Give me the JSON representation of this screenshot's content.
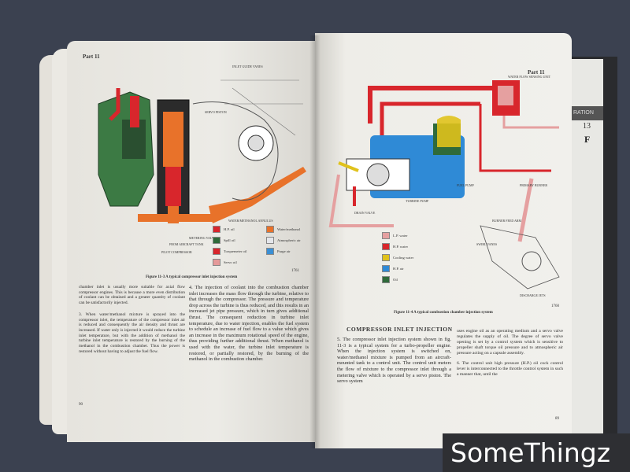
{
  "left_page": {
    "header": "Part 11",
    "figure_caption": "Figure 11-3   A typical compressor inlet injection system",
    "figure_code": "1761",
    "diagram_labels": [
      "INLET GUIDE VANES",
      "SERVO PISTON",
      "WATER/METHANOL ANNULUS",
      "METERING VALVE",
      "FROM AIRCRAFT TANK",
      "PILOT COMPRESSOR"
    ],
    "legend": [
      {
        "label": "H.P. oil",
        "color": "#d8262c"
      },
      {
        "label": "Water/methanol",
        "color": "#e8722a"
      },
      {
        "label": "Spill oil",
        "color": "#2f6a3a"
      },
      {
        "label": "Atmospheric air",
        "color": "#e4e6ea"
      },
      {
        "label": "Torquemeter oil",
        "color": "#d8262c"
      },
      {
        "label": "Purge air",
        "color": "#3a8fd4"
      },
      {
        "label": "Servo oil",
        "color": "#e59a9a"
      }
    ],
    "col1": "chamber inlet is usually more suitable for axial flow compressor engines. This is because a more even distribution of coolant can be obtained and a greater quantity of coolant can be satisfactorily injected.",
    "col1b": "3. When water/methanol mixture is sprayed into the compressor inlet, the temperature of the compressor inlet air is reduced and consequently the air density and thrust are increased. If water only is injected it would reduce the turbine inlet temperature, but with the addition of methanol the turbine inlet temperature is restored by the burning of the methanol in the combustion chamber. Thus the power is restored without having to adjust the fuel flow.",
    "col2": "4. The injection of coolant into the combustion chamber inlet increases the mass flow through the turbine, relative to that through the compressor. The pressure and temperature drop across the turbine is thus reduced, and this results in an increased jet pipe pressure, which in turn gives additional thrust. The consequent reduction in turbine inlet temperature, due to water injection, enables the fuel system to schedule an increase of fuel flow to a value which gives an increase in the maximum rotational speed of the engine, thus providing further additional thrust. When methanol is used with the water, the turbine inlet temperature is restored, or partially restored, by the burning of the methanol in the combustion chamber.",
    "page_number": "90"
  },
  "right_page": {
    "header": "Part 11",
    "figure_caption": "Figure 11-4   A typical combustion chamber injection system",
    "figure_code": "1760",
    "diagram_labels": [
      "WATER FLOW SENSING UNIT",
      "FUEL PUMP",
      "TURBINE PUMP",
      "DRAIN VALVE",
      "PRIMARY BURNER",
      "BURNER FEED ARM",
      "SWIRL VANES",
      "DISCHARGE JETS"
    ],
    "legend": [
      {
        "label": "L.P. water",
        "color": "#e5a0a0"
      },
      {
        "label": "H.P. water",
        "color": "#d8262c"
      },
      {
        "label": "Cooling water",
        "color": "#e0c21c"
      },
      {
        "label": "H.P. air",
        "color": "#2f8ad6"
      },
      {
        "label": "Oil",
        "color": "#2f6a3a"
      }
    ],
    "section_title": "COMPRESSOR INLET INJECTION",
    "col1": "5. The compressor inlet injection system shown in fig. 11-3 is a typical system for a turbo-propeller engine. When the injection system is switched on, water/methanol mixture is pumped from an aircraft-mounted tank to a control unit. The control unit meters the flow of mixture to the compressor inlet through a metering valve which is operated by a servo piston. The servo system",
    "col2": "uses engine oil as an operating medium and a servo valve regulates the supply of oil. The degree of servo valve opening is set by a control system which is sensitive to propeller shaft torque oil pressure and to atmospheric air pressure acting on a capsule assembly.",
    "col2b": "6. The control unit high pressure (H.P.) oil cock control lever is interconnected to the throttle control system in such a manner that, until the",
    "page_number": "89"
  },
  "next_book": {
    "tab": "13",
    "label": "RATION",
    "letter": "F"
  },
  "watermark": "SomeThingz"
}
